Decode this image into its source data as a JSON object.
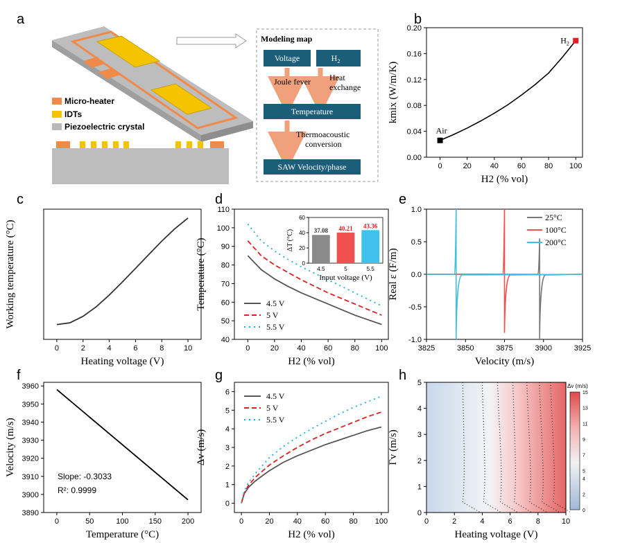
{
  "panels": {
    "a": {
      "letter": "a",
      "legend": [
        "Micro-heater",
        "IDTs",
        "Piezoelectric crystal"
      ],
      "legend_colors": [
        "#f08a4b",
        "#f5c400",
        "#b8b8b8"
      ],
      "modeling_map": {
        "title": "Modeling map",
        "voltage": "Voltage",
        "h2": "H",
        "h2_sub": "2",
        "joule": "Joule fever",
        "heat1": "Heat",
        "heat2": "exchange",
        "temperature": "Temperature",
        "thermo1": "Thermoacoustic",
        "thermo2": "conversion",
        "saw": "SAW Velocity/phase",
        "box_color": "#1c5d7a",
        "arrow_color": "#f0a07a"
      }
    }
  },
  "chart_data": [
    {
      "id": "b",
      "letter": "b",
      "type": "line",
      "ylabel": "kmix (W/m/K)",
      "xlabel": "H2 (% vol)",
      "xlim": [
        -10,
        105
      ],
      "ylim": [
        0,
        0.2
      ],
      "xticks": [
        "0",
        "20",
        "40",
        "60",
        "80",
        "100"
      ],
      "yticks": [
        "0.00",
        "0.04",
        "0.08",
        "0.12",
        "0.16",
        "0.20"
      ],
      "series": [
        {
          "x": [
            0,
            10,
            20,
            30,
            40,
            50,
            60,
            70,
            80,
            90,
            100
          ],
          "y": [
            0.026,
            0.035,
            0.045,
            0.056,
            0.068,
            0.081,
            0.096,
            0.112,
            0.13,
            0.154,
            0.18
          ],
          "color": "#000000"
        }
      ],
      "markers": [
        {
          "x": 0,
          "y": 0.026,
          "label": "Air",
          "color": "#000000"
        },
        {
          "x": 100,
          "y": 0.18,
          "label": "H2",
          "color": "#e02020"
        }
      ]
    },
    {
      "id": "c",
      "letter": "c",
      "type": "line",
      "xlabel": "Heating voltage (V)",
      "ylabel": "Working temperature (°C)",
      "xlim": [
        -1,
        11
      ],
      "ylim": [
        0,
        220
      ],
      "xticks": [
        "0",
        "2",
        "4",
        "6",
        "8",
        "10"
      ],
      "series": [
        {
          "x": [
            0,
            1,
            2,
            3,
            4,
            5,
            6,
            7,
            8,
            9,
            10
          ],
          "y": [
            25,
            28,
            39,
            55,
            75,
            97,
            120,
            143,
            166,
            187,
            205
          ],
          "color": "#333333"
        }
      ]
    },
    {
      "id": "d",
      "letter": "d",
      "type": "line",
      "xlabel": "H2 (% vol)",
      "ylabel": "Temperature (°C)",
      "xlim": [
        -10,
        105
      ],
      "ylim": [
        40,
        110
      ],
      "xticks": [
        "0",
        "20",
        "40",
        "60",
        "80",
        "100"
      ],
      "yticks": [
        "40",
        "50",
        "60",
        "70",
        "80",
        "90",
        "100",
        "110"
      ],
      "series": [
        {
          "name": "4.5 V",
          "color": "#555555",
          "x": [
            0,
            10,
            20,
            30,
            40,
            50,
            60,
            70,
            80,
            90,
            100
          ],
          "y": [
            85,
            77.5,
            72.5,
            68.5,
            65,
            62,
            59,
            56,
            53,
            50.5,
            48
          ]
        },
        {
          "name": "5 V",
          "color": "#e02020",
          "x": [
            0,
            10,
            20,
            30,
            40,
            50,
            60,
            70,
            80,
            90,
            100
          ],
          "y": [
            93,
            85,
            80,
            76,
            72,
            68.5,
            65,
            62,
            59,
            56,
            53
          ]
        },
        {
          "name": "5.5 V",
          "color": "#1ab0d8",
          "x": [
            0,
            10,
            20,
            30,
            40,
            50,
            60,
            70,
            80,
            90,
            100
          ],
          "y": [
            102,
            93,
            87.5,
            83,
            79,
            75.5,
            72,
            68.5,
            65,
            61.5,
            58
          ]
        }
      ],
      "inset": {
        "type": "bar",
        "ylabel": "ΔT (°C)",
        "xlabel": "Input voltage (V)",
        "categories": [
          "4.5",
          "5",
          "5.5"
        ],
        "values": [
          37.08,
          40.21,
          43.36
        ],
        "labels": [
          "37.08",
          "40.21",
          "43.36"
        ],
        "ylim": [
          0,
          60
        ],
        "yticks": [
          "0",
          "20",
          "40",
          "60"
        ],
        "colors": [
          "#8a8a8a",
          "#f05050",
          "#40c0ec"
        ]
      }
    },
    {
      "id": "e",
      "letter": "e",
      "type": "line",
      "xlabel": "Velocity (m/s)",
      "ylabel": "Real ε (F/m)",
      "xlim": [
        3825,
        3925
      ],
      "ylim": [
        -1,
        1
      ],
      "xticks": [
        "3825",
        "3850",
        "3875",
        "3900",
        "3925"
      ],
      "yticks": [
        "-1.0",
        "-0.5",
        "0.0",
        "0.5",
        "1.0"
      ],
      "series": [
        {
          "name": "25°C",
          "color": "#777777",
          "center": 3897.5,
          "top": 0.55,
          "bottom": -1.0
        },
        {
          "name": "100°C",
          "color": "#f05050",
          "center": 3875,
          "top": 1.0,
          "bottom": -0.9
        },
        {
          "name": "200°C",
          "color": "#40c0e0",
          "center": 3844,
          "top": 1.0,
          "bottom": -1.0
        }
      ]
    },
    {
      "id": "f",
      "letter": "f",
      "type": "line",
      "xlabel": "Temperature (°C)",
      "ylabel": "Velocity (m/s)",
      "xlim": [
        -20,
        220
      ],
      "ylim": [
        3890,
        3962
      ],
      "xticks": [
        "0",
        "50",
        "100",
        "150",
        "200"
      ],
      "yticks": [
        "3890",
        "3900",
        "3910",
        "3920",
        "3930",
        "3940",
        "3950",
        "3960"
      ],
      "series": [
        {
          "x": [
            0,
            200
          ],
          "y": [
            3958,
            3897
          ],
          "color": "#000000"
        }
      ],
      "annotations": [
        "Slope: -0.3033",
        "R²: 0.9999"
      ]
    },
    {
      "id": "g",
      "letter": "g",
      "type": "line",
      "xlabel": "H2 (% vol)",
      "ylabel": "Δv (m/s)",
      "xlim": [
        -5,
        105
      ],
      "ylim": [
        -0.5,
        6.5
      ],
      "xticks": [
        "0",
        "20",
        "40",
        "60",
        "80",
        "100"
      ],
      "yticks": [
        "0",
        "1",
        "2",
        "3",
        "4",
        "5",
        "6"
      ],
      "series": [
        {
          "name": "4.5 V",
          "color": "#555555",
          "x": [
            0,
            2,
            5,
            10,
            20,
            30,
            40,
            50,
            60,
            70,
            80,
            90,
            100
          ],
          "y": [
            0,
            0.5,
            0.85,
            1.2,
            1.75,
            2.2,
            2.55,
            2.85,
            3.15,
            3.4,
            3.65,
            3.9,
            4.1
          ]
        },
        {
          "name": "5 V",
          "color": "#e02020",
          "x": [
            0,
            2,
            5,
            10,
            20,
            30,
            40,
            50,
            60,
            70,
            80,
            90,
            100
          ],
          "y": [
            0,
            0.55,
            0.95,
            1.4,
            2.05,
            2.55,
            3.0,
            3.4,
            3.75,
            4.05,
            4.35,
            4.65,
            4.9
          ]
        },
        {
          "name": "5.5 V",
          "color": "#1ab0d8",
          "x": [
            0,
            2,
            5,
            10,
            20,
            30,
            40,
            50,
            60,
            70,
            80,
            90,
            100
          ],
          "y": [
            0,
            0.65,
            1.1,
            1.6,
            2.45,
            3.05,
            3.55,
            4.0,
            4.4,
            4.8,
            5.15,
            5.45,
            5.75
          ]
        }
      ]
    },
    {
      "id": "h",
      "letter": "h",
      "type": "heatmap",
      "xlabel": "Heating voltage (V)",
      "ylabel": "Γv (m/s)",
      "xlim": [
        0,
        10
      ],
      "ylim": [
        0,
        5
      ],
      "xticks": [
        "0",
        "2",
        "4",
        "6",
        "8",
        "10"
      ],
      "yticks": [
        "0",
        "1",
        "2",
        "3",
        "4",
        "5"
      ],
      "colorbar": {
        "title": "Δv (m/s)",
        "ticks": [
          "0",
          "2",
          "4",
          "5",
          "7",
          "9",
          "11",
          "13",
          "15"
        ],
        "range": [
          0,
          15
        ]
      },
      "contour_x_at_top": [
        2.6,
        4.0,
        5.1,
        6.2,
        7.2,
        8.1,
        8.9
      ],
      "contour_x_at_bottom": [
        2.8,
        4.3,
        5.5,
        6.5,
        7.6,
        8.5,
        9.3
      ]
    }
  ]
}
